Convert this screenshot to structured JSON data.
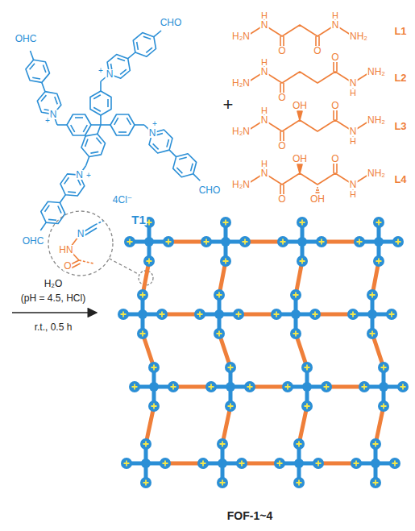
{
  "diagram": {
    "labels": [
      "CHO",
      "N",
      "+",
      "OHC",
      "N",
      "+",
      "N",
      "+",
      "4Cl⁻",
      "N",
      "+",
      "CHO",
      "OHC",
      "T1",
      "+",
      "H₂N",
      "H",
      "N",
      "O",
      "O",
      "H",
      "N",
      "NH₂",
      "L1",
      "H",
      "N",
      "H₂N",
      "O",
      "O",
      "N",
      "H",
      "NH₂",
      "L2",
      "OH",
      "O",
      "H",
      "N",
      "H₂N",
      "O",
      "N",
      "H",
      "NH₂",
      "L3",
      "OH",
      "O",
      "H",
      "N",
      "H₂N",
      "O",
      "OH",
      "N",
      "H",
      "NH₂",
      "L4",
      "N",
      "HN",
      "O",
      "H₂O",
      "(pH = 4.5, HCl)",
      "r.t., 0.5 h",
      "FOF-1~4"
    ]
  }
}
